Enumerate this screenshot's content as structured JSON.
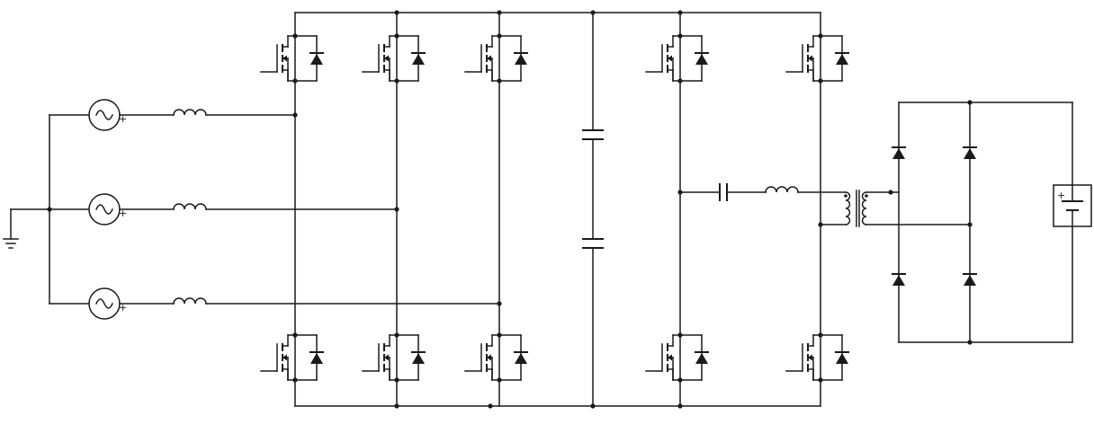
{
  "diagram": {
    "kind": "power-electronics-schematic",
    "components": {
      "ac_sources": 3,
      "input_inductors": 3,
      "rectifier_mosfets": 6,
      "dc_link_capacitors": 2,
      "inverter_mosfets": 4,
      "resonant_capacitor": 1,
      "resonant_inductor": 1,
      "transformer": 1,
      "output_bridge_diodes": 4,
      "battery": 1,
      "ground": 1
    },
    "source_polarity_mark": "+",
    "battery_polarity_mark": "+",
    "colors": {
      "wire": "#1a1a1a",
      "background": "#ffffff"
    }
  }
}
